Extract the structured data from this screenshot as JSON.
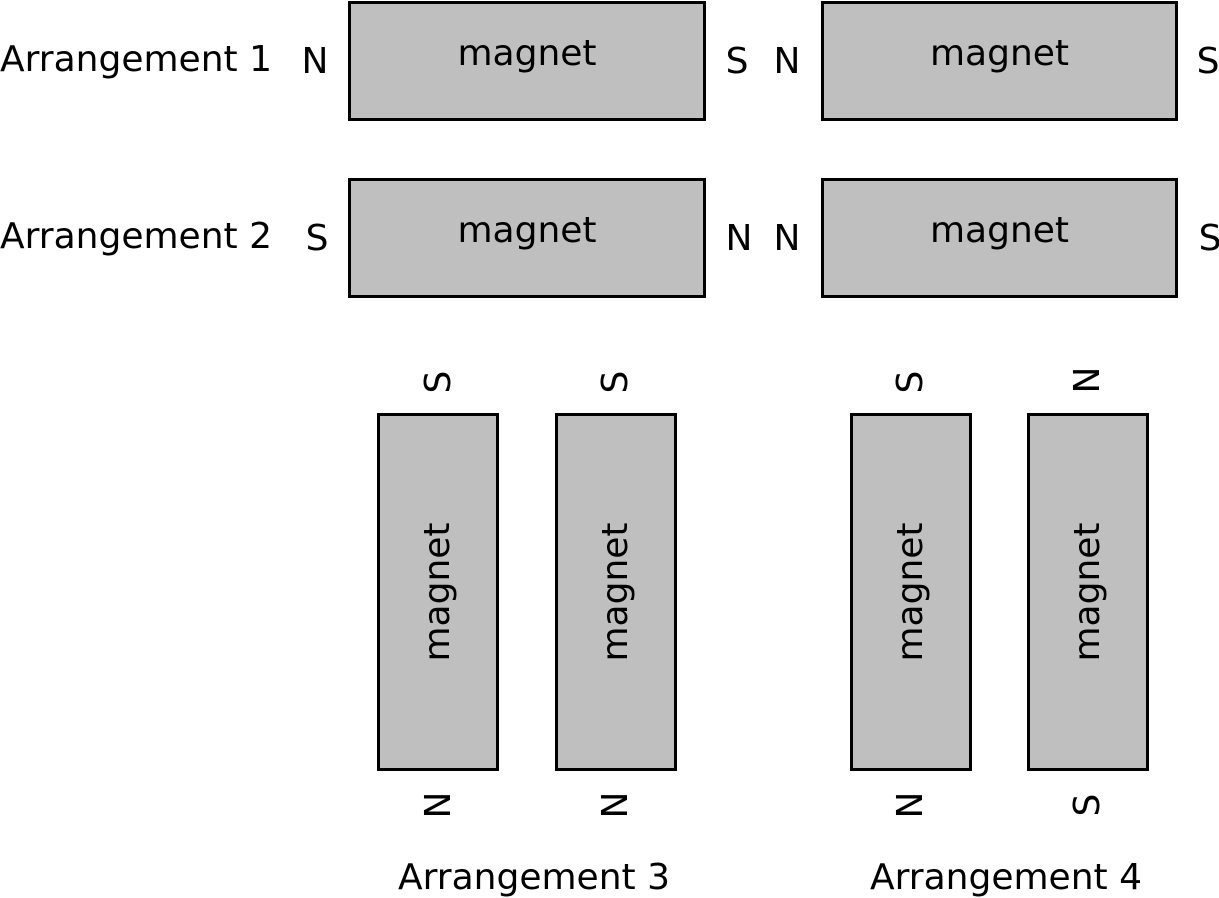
{
  "captions": {
    "arr1": "Arrangement 1",
    "arr2": "Arrangement 2",
    "arr3": "Arrangement 3",
    "arr4": "Arrangement 4"
  },
  "magnet_label": "magnet",
  "poles": {
    "a1_m1_left": "N",
    "a1_m1_right": "S",
    "a1_m2_left": "N",
    "a1_m2_right": "S",
    "a2_m1_left": "S",
    "a2_m1_right": "N",
    "a2_m2_left": "N",
    "a2_m2_right": "S",
    "a3_m1_top": "S",
    "a3_m1_bottom": "N",
    "a3_m2_top": "S",
    "a3_m2_bottom": "N",
    "a4_m1_top": "S",
    "a4_m1_bottom": "N",
    "a4_m2_top": "N",
    "a4_m2_bottom": "S"
  },
  "colors": {
    "magnet_fill": "#bfbfbf",
    "outline": "#000000",
    "background": "#ffffff"
  }
}
